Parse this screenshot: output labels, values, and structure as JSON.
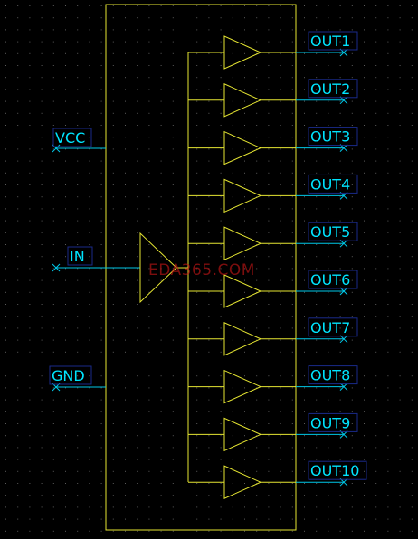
{
  "schematic": {
    "inputs": [
      {
        "name": "vcc",
        "label": "VCC"
      },
      {
        "name": "in",
        "label": "IN"
      },
      {
        "name": "gnd",
        "label": "GND"
      }
    ],
    "outputs": [
      {
        "label": "OUT1"
      },
      {
        "label": "OUT2"
      },
      {
        "label": "OUT3"
      },
      {
        "label": "OUT4"
      },
      {
        "label": "OUT5"
      },
      {
        "label": "OUT6"
      },
      {
        "label": "OUT7"
      },
      {
        "label": "OUT8"
      },
      {
        "label": "OUT9"
      },
      {
        "label": "OUT10"
      }
    ],
    "watermark": "EDA365.COM"
  },
  "colors": {
    "background": "#000000",
    "grid_dot": "#5a5a5a",
    "component": "#e6e632",
    "wire": "#00c8e8",
    "label_text": "#00e5ff",
    "label_box": "#1a2a8a",
    "watermark": "#d01818"
  }
}
